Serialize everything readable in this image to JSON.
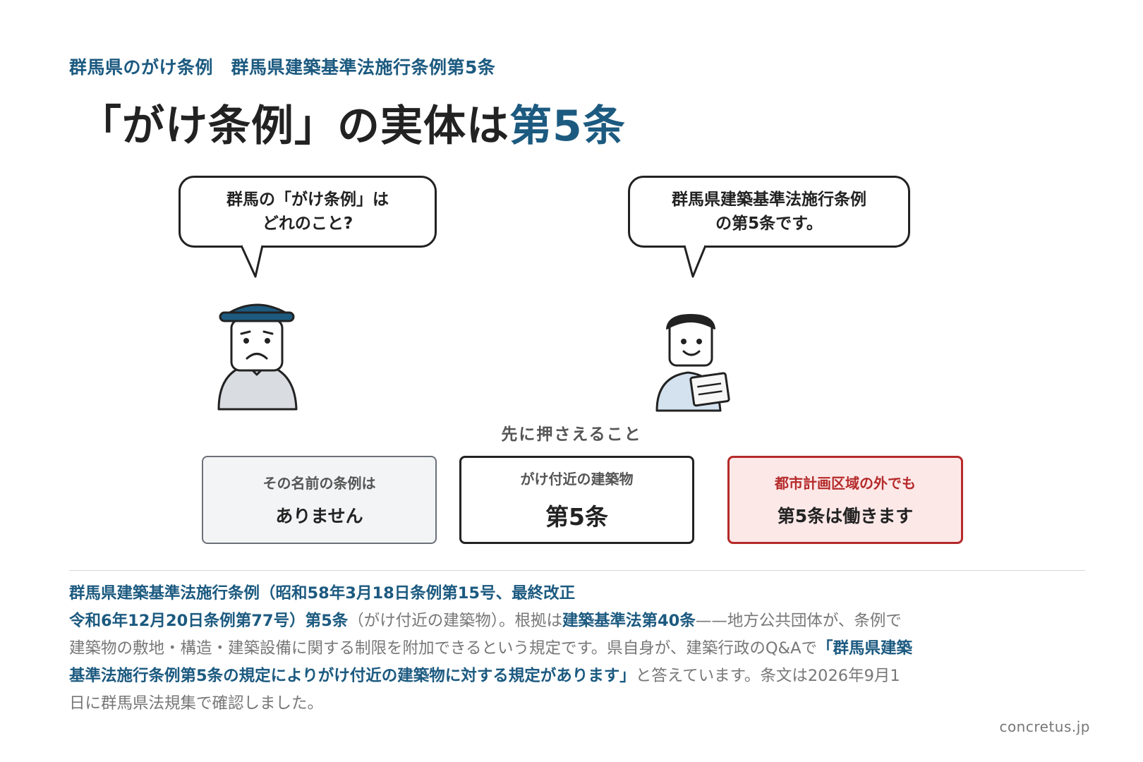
{
  "header": {
    "kicker": "群馬県のがけ条例　群馬県建築基準法施行条例第5条",
    "title_main": "「がけ条例」の実体は",
    "title_accent": "第5条"
  },
  "dialogue": {
    "left_bubble": [
      "群馬の「がけ条例」は",
      "どれのこと?"
    ],
    "right_bubble": [
      "群馬県建築基準法施行条例",
      "の第5条です。"
    ]
  },
  "key_points": {
    "label": "先に押さえること",
    "cards": [
      {
        "small": "その名前の条例は",
        "big": "ありません"
      },
      {
        "small": "がけ付近の建築物",
        "big": "第5条"
      },
      {
        "small": "都市計画区域の外でも",
        "big": "第5条は働きます"
      }
    ]
  },
  "body": {
    "p1": "群馬県建築基準法施行条例（昭和58年3月18日条例第15号、最終改正",
    "p2": "令和6年12月20日条例第77号）第5条",
    "p3": "（がけ付近の建築物）。根拠は",
    "p4": "建築基準法第40条",
    "p5": "——地方公共団体が、条例で建築物の敷地・構造・建築設備に関する制限を附加できるという規定です。県自身が、建築行政のQ&Aで",
    "p6": "「群馬県建築基準法施行条例第5条の規定によりがけ付近の建築物に対する規定があります」",
    "p7": "と答えています。条文は2026年9月1日に群馬県法規集で確認しました。"
  },
  "credit": "concretus.jp",
  "colors": {
    "accent_blue": "#1c5a80",
    "warning_red": "#b52a2a",
    "warning_bg": "#fde8e8",
    "body_grey": "#777777"
  },
  "icons": {
    "left_person": "worried-person-with-hat-icon",
    "right_person": "smiling-person-with-document-icon"
  }
}
